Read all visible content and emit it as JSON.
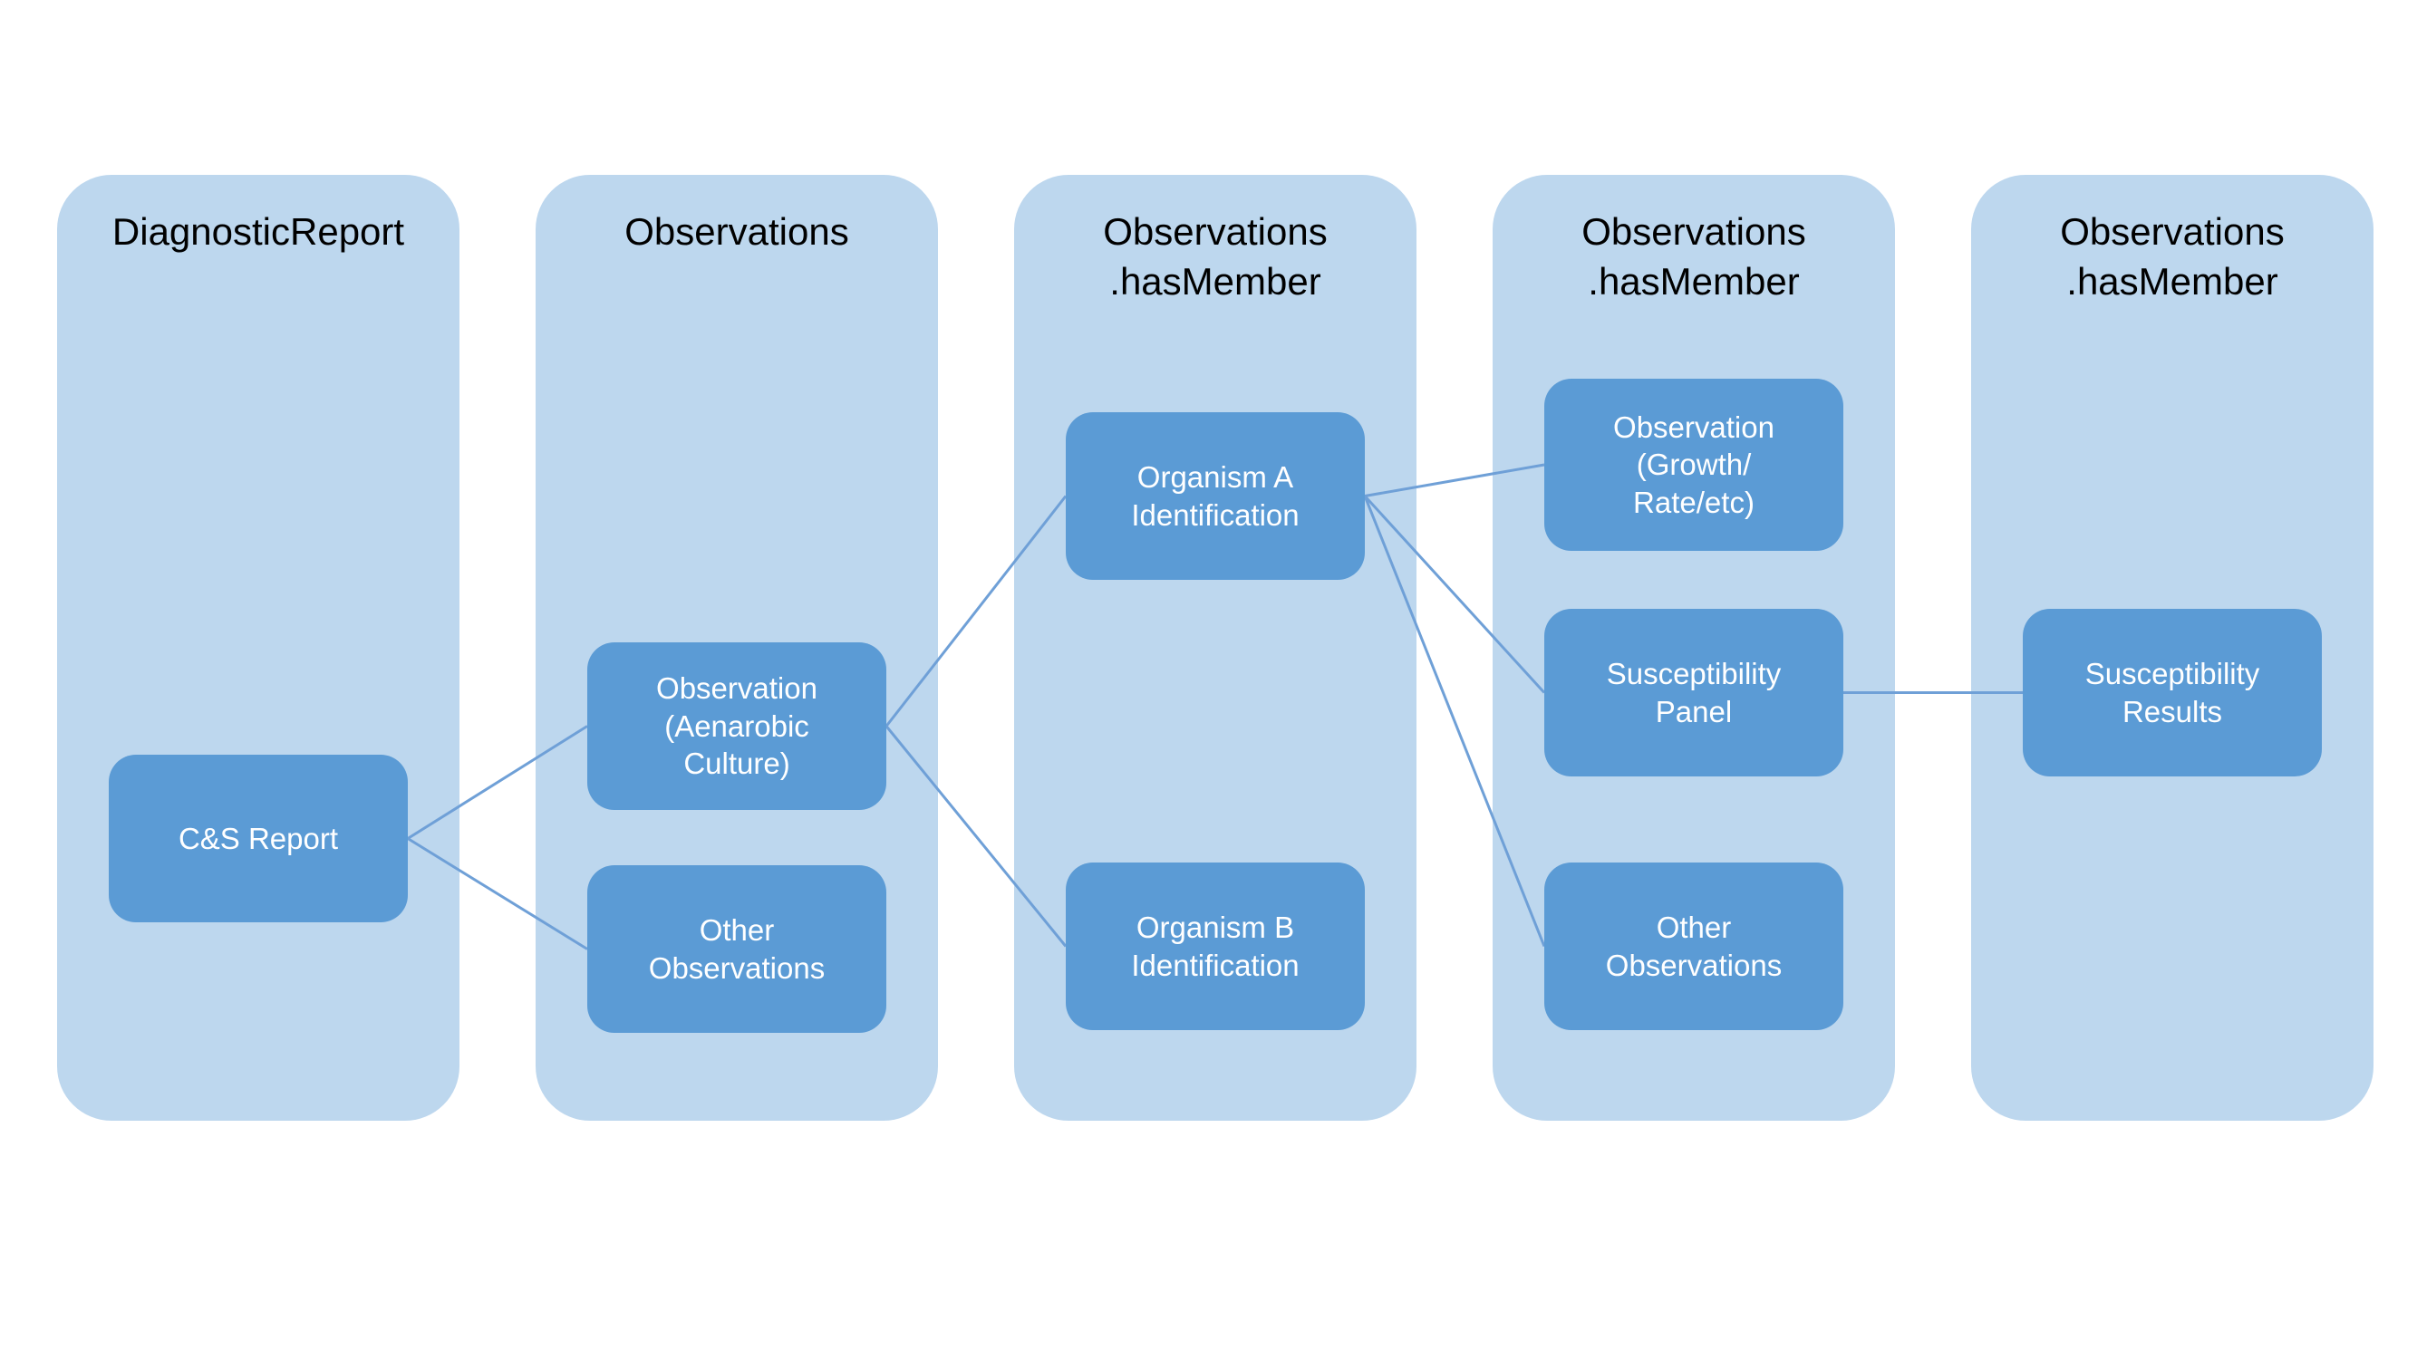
{
  "diagram": {
    "columns": [
      {
        "id": "diagnostic-report",
        "title_line1": "DiagnosticReport",
        "title_line2": ""
      },
      {
        "id": "observations",
        "title_line1": "Observations",
        "title_line2": ""
      },
      {
        "id": "observations-hasmember-1",
        "title_line1": "Observations",
        "title_line2": ".hasMember"
      },
      {
        "id": "observations-hasmember-2",
        "title_line1": "Observations",
        "title_line2": ".hasMember"
      },
      {
        "id": "observations-hasmember-3",
        "title_line1": "Observations",
        "title_line2": ".hasMember"
      }
    ],
    "nodes": [
      {
        "id": "cs-report",
        "column": 0,
        "lines": [
          "C&S Report"
        ]
      },
      {
        "id": "obs-aenarobic",
        "column": 1,
        "lines": [
          "Observation",
          "(Aenarobic",
          "Culture)"
        ]
      },
      {
        "id": "other-obs-2",
        "column": 1,
        "lines": [
          "Other",
          "Observations"
        ]
      },
      {
        "id": "organism-a",
        "column": 2,
        "lines": [
          "Organism A",
          "Identification"
        ]
      },
      {
        "id": "organism-b",
        "column": 2,
        "lines": [
          "Organism B",
          "Identification"
        ]
      },
      {
        "id": "obs-growth",
        "column": 3,
        "lines": [
          "Observation",
          "(Growth/",
          "Rate/etc)"
        ]
      },
      {
        "id": "susc-panel",
        "column": 3,
        "lines": [
          "Susceptibility",
          "Panel"
        ]
      },
      {
        "id": "other-obs-4",
        "column": 3,
        "lines": [
          "Other",
          "Observations"
        ]
      },
      {
        "id": "susc-results",
        "column": 4,
        "lines": [
          "Susceptibility",
          "Results"
        ]
      }
    ],
    "edges": [
      {
        "from": "cs-report",
        "to": "obs-aenarobic"
      },
      {
        "from": "cs-report",
        "to": "other-obs-2"
      },
      {
        "from": "obs-aenarobic",
        "to": "organism-a"
      },
      {
        "from": "obs-aenarobic",
        "to": "organism-b"
      },
      {
        "from": "organism-a",
        "to": "obs-growth"
      },
      {
        "from": "organism-a",
        "to": "susc-panel"
      },
      {
        "from": "organism-a",
        "to": "other-obs-4"
      },
      {
        "from": "susc-panel",
        "to": "susc-results"
      }
    ],
    "colors": {
      "pillar": "#BDD7EE",
      "node": "#5B9BD5",
      "connector": "#6FA0D7",
      "title_text": "#000000",
      "node_text": "#FFFFFF"
    }
  }
}
